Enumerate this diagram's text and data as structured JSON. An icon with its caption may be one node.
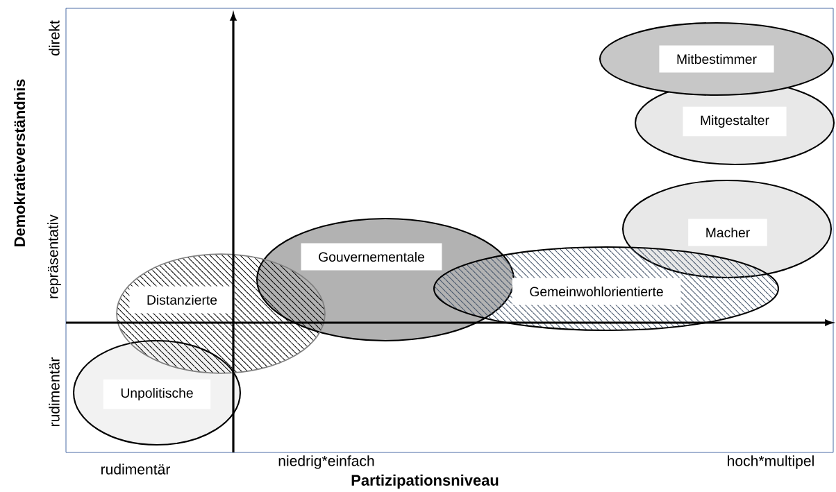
{
  "diagram": {
    "nodes": [
      {
        "text": [
          "Mitbestimmer"
        ]
      },
      {
        "text": [
          "Mitgestalter"
        ]
      },
      {
        "text": [
          "Macher"
        ]
      },
      {
        "text": [
          "Gouvernementale"
        ]
      },
      {
        "text": [
          "Gemeinwohlorientierte"
        ]
      },
      {
        "text": [
          "Distanzierte"
        ]
      },
      {
        "text": [
          "Unpolitische"
        ]
      }
    ],
    "labels": [
      "Demokratieverständnis",
      "direkt",
      "repräsentativ",
      "rudimentär",
      "rudimentär",
      "niedrig*einfach",
      "hoch*multipel",
      "Partizipationsniveau"
    ]
  }
}
